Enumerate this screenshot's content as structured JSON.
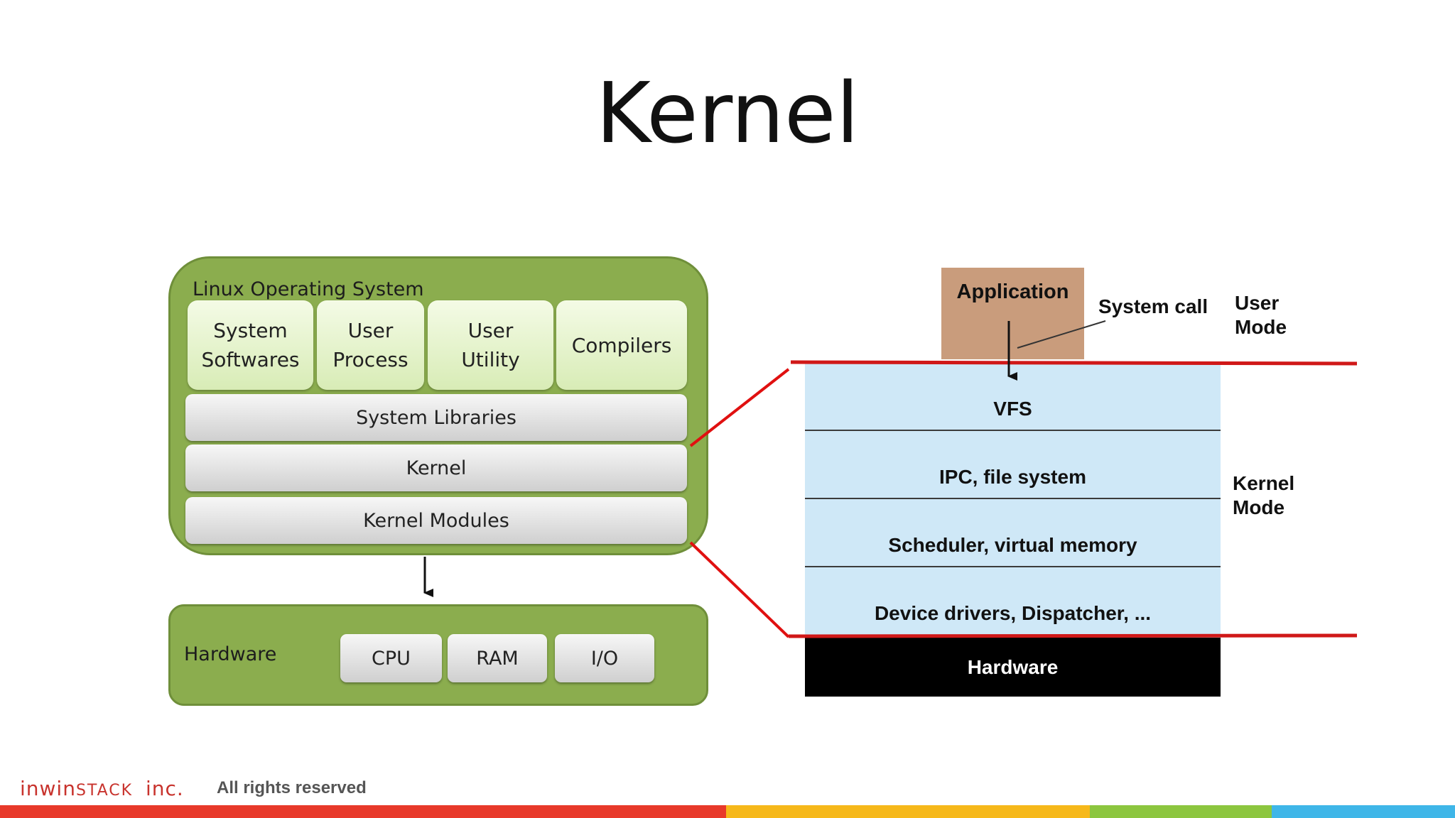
{
  "title": "Kernel",
  "left_diagram": {
    "os_label": "Linux Operating System",
    "apps": [
      "System\nSoftwares",
      "User\nProcess",
      "User\nUtility",
      "Compilers"
    ],
    "layers": [
      "System Libraries",
      "Kernel",
      "Kernel Modules"
    ],
    "hardware_label": "Hardware",
    "hardware_chips": [
      "CPU",
      "RAM",
      "I/O"
    ]
  },
  "right_diagram": {
    "application": "Application",
    "system_call": "System call",
    "user_mode": "User\nMode",
    "kernel_mode": "Kernel\nMode",
    "kernel_rows": [
      "VFS",
      "IPC, file system",
      "Scheduler, virtual memory",
      "Device drivers, Dispatcher, ..."
    ],
    "hardware": "Hardware"
  },
  "footer": {
    "logo_main": "inwin",
    "logo_stack": "STACK",
    "logo_inc": "inc.",
    "rights": "All rights reserved",
    "bar_colors": [
      "#e8392a",
      "#f6b81a",
      "#8cc63f",
      "#3fb6e8"
    ]
  },
  "colors": {
    "green_box": "#8bad4e",
    "app_block": "#c99c7c",
    "kernel_blue": "#cfe8f7",
    "red_line": "#e01010"
  }
}
